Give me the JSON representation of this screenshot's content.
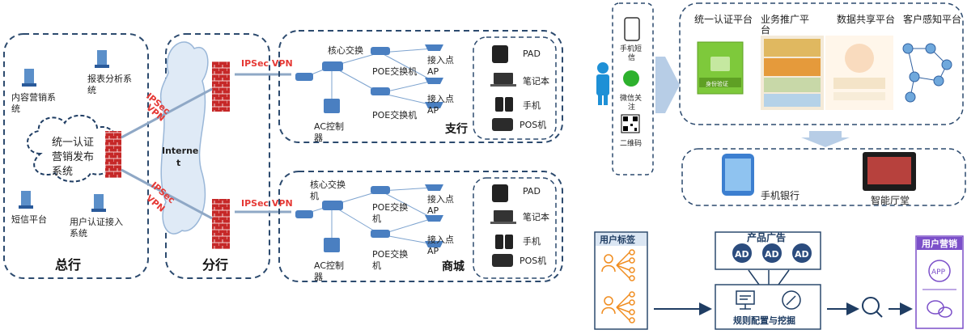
{
  "left_network": {
    "hq": {
      "title": "总行",
      "systems": {
        "content_marketing": [
          "内容营销系",
          "统"
        ],
        "report_analysis": [
          "报表分析系",
          "统"
        ],
        "sms_platform": "短信平台",
        "user_auth_access": [
          "用户认证接入",
          "系统"
        ]
      },
      "cloud_text": [
        "统一认证",
        "营销发布",
        "系统"
      ]
    },
    "branch": {
      "title": "分行",
      "internet": [
        "Interne",
        "t"
      ]
    },
    "vpn": {
      "upper_diag": [
        "IPSec",
        "VPN"
      ],
      "lower_diag": [
        "IPSec",
        "VPN"
      ],
      "upper_horiz": "IPSec VPN",
      "lower_horiz": "IPSec VPN"
    },
    "sub_branch": {
      "title": "支行",
      "core_switch": "核心交换",
      "poe_switch": [
        "POE交换机",
        "POE交换机"
      ],
      "access_point": [
        "接入点",
        "AP"
      ],
      "ac_controller": [
        "AC控制",
        "器"
      ]
    },
    "mall": {
      "title": "商城",
      "core_switch": [
        "核心交换",
        "机"
      ],
      "poe_switch": [
        "POE交换",
        "机"
      ],
      "access_point": [
        "接入点",
        "AP"
      ],
      "ac_controller": [
        "AC控制",
        "器"
      ]
    },
    "devices": [
      "PAD",
      "笔记本",
      "手机",
      "POS机"
    ]
  },
  "right_top": {
    "channels": {
      "sms": [
        "手机短",
        "信"
      ],
      "wechat": [
        "微信关",
        "注"
      ],
      "qrcode": "二维码"
    },
    "platforms": [
      "统一认证平台",
      "业务推广平",
      "台",
      "数据共享平台",
      "客户感知平台"
    ],
    "auth_button": "身份验证",
    "outputs": [
      "手机银行",
      "智能厅堂"
    ]
  },
  "right_bottom": {
    "user_tags": "用户标签",
    "product_ads": "产品广告",
    "ad_label": "AD",
    "rule_mining": "规则配置与挖掘",
    "user_marketing": "用户营销",
    "app_label": "APP"
  },
  "colors": {
    "dash_border": "#2c4a6e",
    "vpn_red": "#e53935",
    "firewall_red": "#c62828",
    "blue_arrow": "#1f3d63",
    "ad_circle": "#2b4c7e",
    "purple": "#7b4fc9",
    "orange_user": "#f08c1e"
  }
}
